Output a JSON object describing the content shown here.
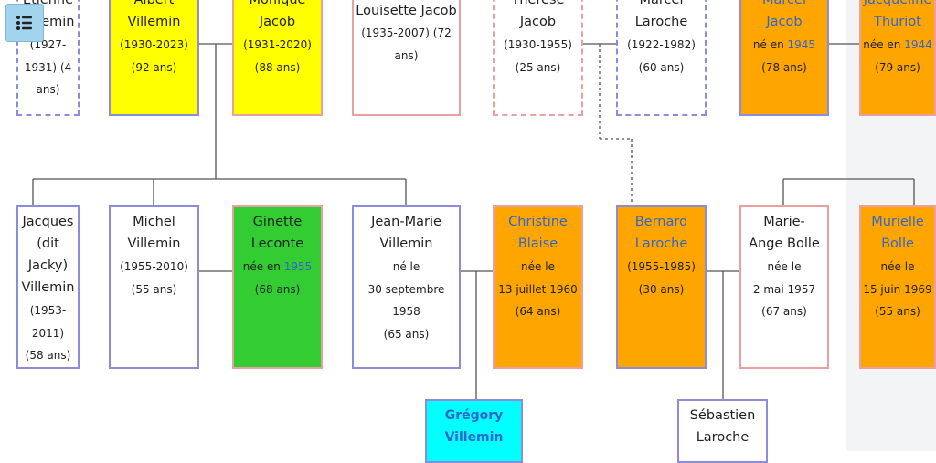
{
  "persons": {
    "etienne": {
      "name": "Étienne Villemin",
      "dates": "(1927-1931) (4 ans)"
    },
    "albert": {
      "name": "Albert Villemin",
      "dates": "(1930-2023)",
      "age": "(92 ans)"
    },
    "monique": {
      "name": "Monique Jacob",
      "dates": "(1931-2020)",
      "age": "(88 ans)"
    },
    "louisette": {
      "name": "Louisette Jacob",
      "dates": "(1935-2007) (72 ans)"
    },
    "therese": {
      "name": "Thérèse Jacob",
      "dates": "(1930-1955)",
      "age": "(25 ans)"
    },
    "marcel_l": {
      "name": "Marcel Laroche",
      "dates": "(1922-1982)",
      "age": "(60 ans)"
    },
    "marcel_j": {
      "name": "Marcel Jacob",
      "born_prefix": "né en",
      "born_year": "1945",
      "age": "(78 ans)"
    },
    "jacqueline": {
      "name": "Jacqueline Thuriot",
      "born_prefix": "née en",
      "born_year": "1944",
      "age": "(79 ans)"
    },
    "jacques": {
      "name": "Jacques (dit Jacky) Villemin",
      "dates": "(1953-2011) (58 ans)"
    },
    "michel": {
      "name": "Michel Villemin",
      "dates": "(1955-2010)",
      "age": "(55 ans)"
    },
    "ginette": {
      "name": "Ginette Leconte",
      "born_prefix": "née en",
      "born_year": "1955",
      "age": "(68 ans)"
    },
    "jeanmarie": {
      "name": "Jean-Marie Villemin",
      "born": "né le",
      "date": "30 septembre 1958",
      "age": "(65 ans)"
    },
    "christine": {
      "name": "Christine Blaise",
      "born": "née le",
      "date": "13 juillet 1960",
      "age": "(64 ans)"
    },
    "bernard": {
      "name": "Bernard Laroche",
      "dates": "(1955-1985)",
      "age": "(30 ans)"
    },
    "marieange": {
      "name": "Marie-Ange Bolle",
      "born": "née le",
      "date": "2 mai 1957",
      "age": "(67 ans)"
    },
    "murielle": {
      "name": "Murielle Bolle",
      "born": "née le",
      "date": "15 juin 1969",
      "age": "(55 ans)"
    },
    "gregory": {
      "name": "Grégory Villemin"
    },
    "sebastien": {
      "name": "Sébastien Laroche"
    }
  },
  "icons": {
    "menu": "list-icon"
  },
  "colors": {
    "yellow": "#ffff00",
    "orange": "#ffa500",
    "green": "#33cc33",
    "cyan": "#00ffff",
    "link": "#3366cc",
    "border_blue": "#8c8cd9",
    "border_pink": "#e8a0a0"
  }
}
